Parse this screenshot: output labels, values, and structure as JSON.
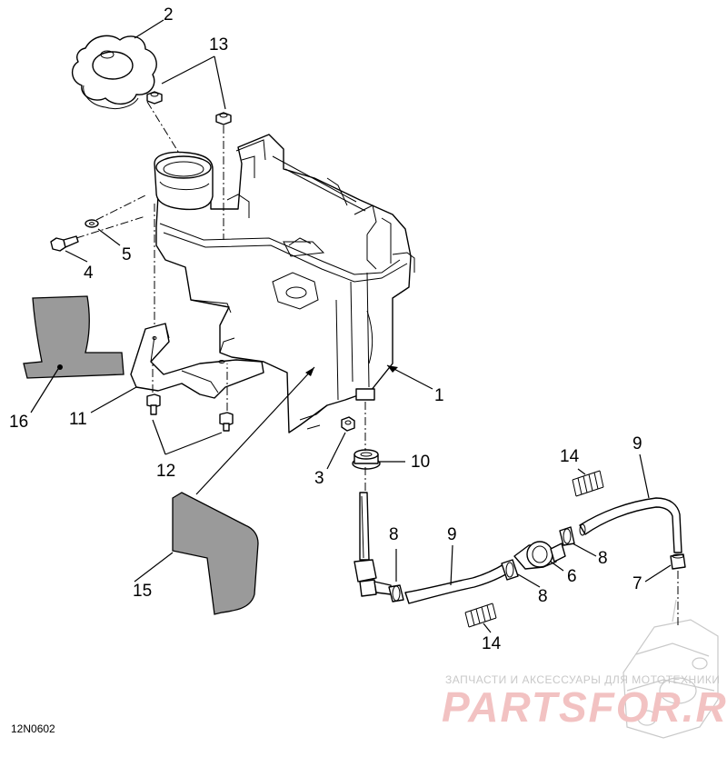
{
  "diagram_code": "12N0602",
  "callouts": {
    "c1": "1",
    "c2": "2",
    "c3": "3",
    "c4": "4",
    "c5": "5",
    "c6": "6",
    "c7": "7",
    "c8a": "8",
    "c8b": "8",
    "c8c": "8",
    "c9a": "9",
    "c9b": "9",
    "c10": "10",
    "c11": "11",
    "c12": "12",
    "c13": "13",
    "c14a": "14",
    "c14b": "14",
    "c15": "15",
    "c16": "16"
  },
  "watermark": {
    "subtitle": "ЗАПЧАСТИ И АКСЕССУАРЫ ДЛЯ МОТОТЕХНИКИ",
    "brand": "PARTSFOR.RU"
  }
}
